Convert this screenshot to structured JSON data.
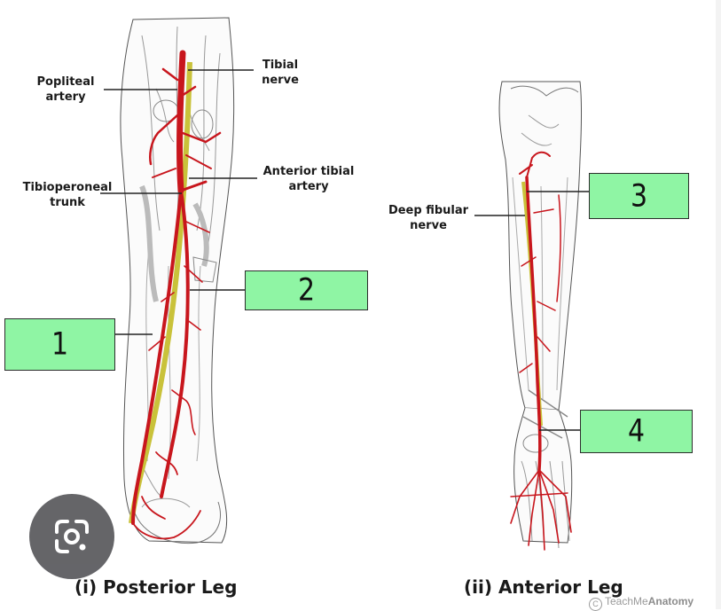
{
  "labels": {
    "popliteal": "Popliteal\nartery",
    "tibial_nerve": "Tibial\nnerve",
    "tibioperoneal": "Tibioperoneal\ntrunk",
    "anterior_tibial": "Anterior tibial\nartery",
    "deep_fibular": "Deep fibular\nnerve"
  },
  "answer_boxes": [
    {
      "id": 1,
      "text": "1"
    },
    {
      "id": 2,
      "text": "2"
    },
    {
      "id": 3,
      "text": "3"
    },
    {
      "id": 4,
      "text": "4"
    }
  ],
  "captions": {
    "posterior": "(i) Posterior Leg",
    "anterior": "(ii) Anterior Leg"
  },
  "watermark": {
    "symbol": "C",
    "prefix": "TeachMe",
    "suffix": "Anatomy"
  },
  "colors": {
    "artery": "#c8161d",
    "nerve": "#c9c23a",
    "answer_box": "#8ff5a4",
    "lens_badge": "#58585c"
  },
  "icons": {
    "lens": "google-lens-icon"
  }
}
